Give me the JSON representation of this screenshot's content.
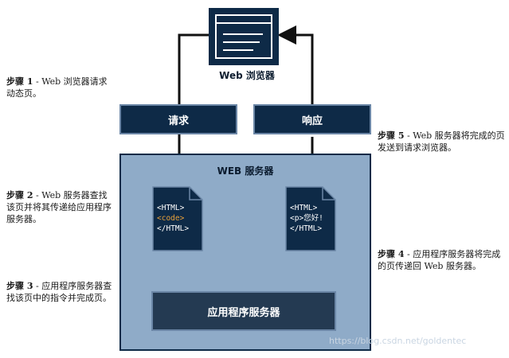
{
  "browser": {
    "label": "Web 浏览器",
    "icon": "browser-window-icon"
  },
  "request": {
    "label": "请求"
  },
  "response": {
    "label": "响应"
  },
  "server": {
    "title": "WEB 服务器"
  },
  "doc_left": {
    "line1": "<HTML>",
    "line2": "<code>",
    "line3": "</HTML>",
    "icon": "html-code-document-icon"
  },
  "doc_right": {
    "line1": "<HTML>",
    "line2": "<p>您好!",
    "line3": "</HTML>",
    "icon": "html-page-document-icon"
  },
  "app_server": {
    "label": "应用程序服务器"
  },
  "steps": {
    "step1": {
      "prefix": "步骤 1",
      "text": " - Web 浏览器请求动态页。"
    },
    "step2": {
      "prefix": "步骤 2",
      "text": " - Web 服务器查找该页并将其传递给应用程序服务器。"
    },
    "step3": {
      "prefix": "步骤 3",
      "text": " - 应用程序服务器查找该页中的指令并完成页。"
    },
    "step4": {
      "prefix": "步骤 4",
      "text": " - 应用程序服务器将完成的页传递回 Web 服务器。"
    },
    "step5": {
      "prefix": "步骤 5",
      "text": " - Web 服务器将完成的页发送到请求浏览器。"
    }
  },
  "watermark": "https://blog.csdn.net/goldentec",
  "colors": {
    "dark_blue": "#0e2a47",
    "server_bg": "#8fabc8",
    "code_orange": "#e8a13a"
  }
}
